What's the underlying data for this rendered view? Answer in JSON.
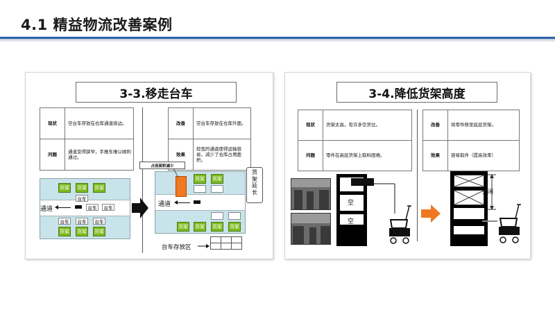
{
  "header": {
    "title": "4.1 精益物流改善案例"
  },
  "cases": [
    {
      "title": "3-3.移走台车",
      "rows": [
        {
          "k1": "现状",
          "v1": "空台车存放在仓库通道旁边。",
          "k2": "改善",
          "v2": "空台车存放在仓库外面。"
        },
        {
          "k1": "问题",
          "v1": "通道变得狭窄，手推车难以顺利通过。",
          "k2": "效果",
          "v2": "较宽的通道使得运输容易，减少了仓库占用面积。"
        }
      ],
      "diagram": {
        "shelf_label": "货架",
        "cart_label": "台车",
        "aisle_label": "通道",
        "callout": "占用面积减少",
        "shelf_ext": [
          "货",
          "架",
          "延",
          "长"
        ],
        "storage_label": "台车存放区"
      }
    },
    {
      "title": "3-4.降低货架高度",
      "rows": [
        {
          "k1": "现状",
          "v1": "货架太高，有许多空货位。",
          "k2": "改善",
          "v2": "将零件移至底层货架。"
        },
        {
          "k1": "问题",
          "v1": "零件在高层货架上取料困难。",
          "k2": "效果",
          "v2": "容易取件（提高效率）"
        }
      ],
      "diagram": {
        "empty_label": "空",
        "closed_label": "关闭"
      }
    }
  ],
  "colors": {
    "accent": "#2f64a8",
    "shelf": "#7cba1e",
    "layout_bg": "#c9e3ea",
    "orange": "#f07820"
  }
}
